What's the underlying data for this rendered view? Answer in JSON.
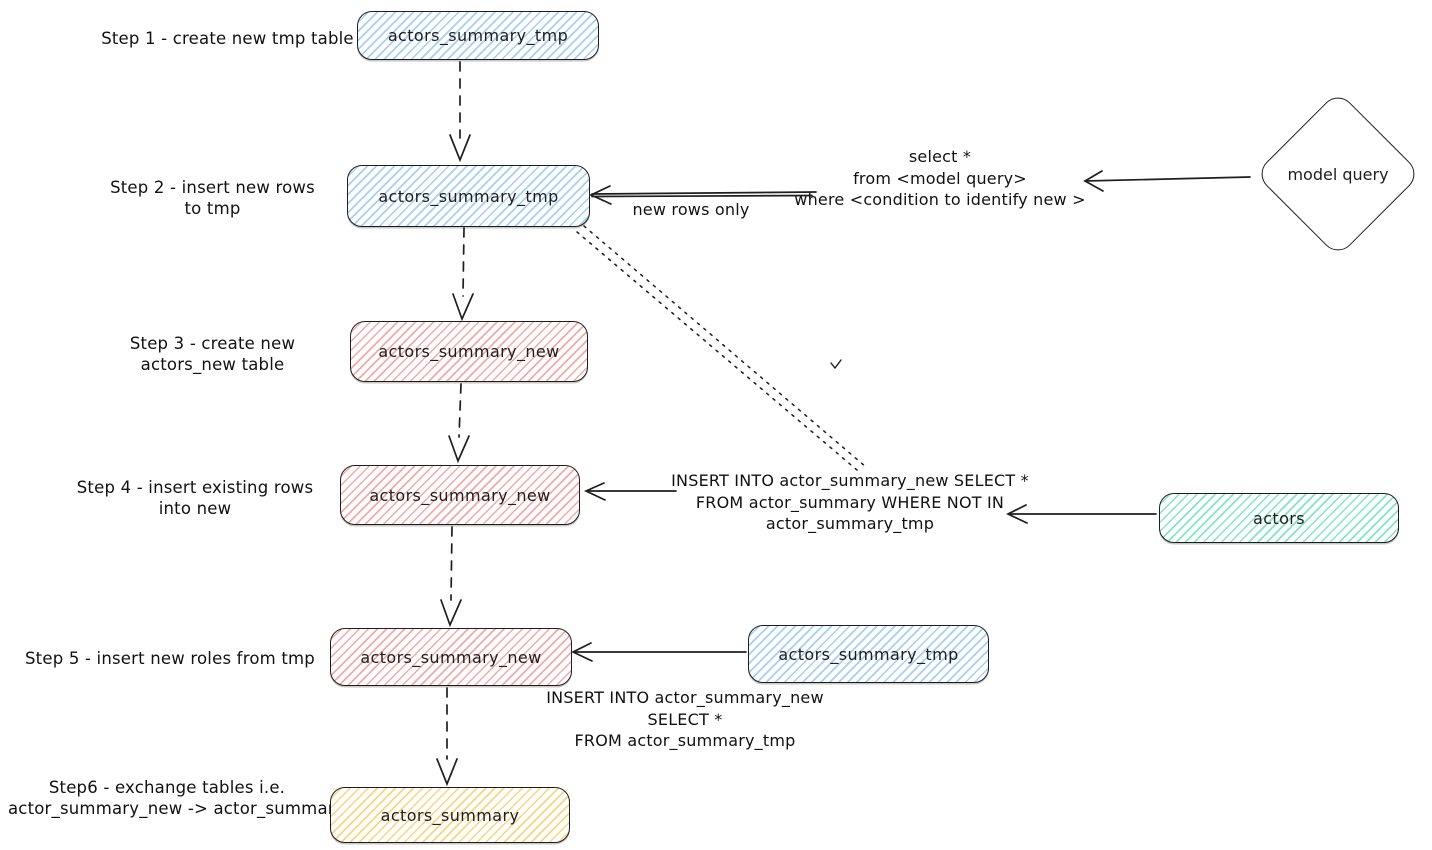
{
  "diagram": {
    "steps": [
      {
        "id": "step-1",
        "label_lines": [
          "Step 1 - create new tmp table"
        ],
        "node_label": "actors_summary_tmp",
        "node_color": "blue"
      },
      {
        "id": "step-2",
        "label_lines": [
          "Step 2 - insert new rows",
          "to tmp"
        ],
        "node_label": "actors_summary_tmp",
        "node_color": "blue"
      },
      {
        "id": "step-3",
        "label_lines": [
          "Step 3 - create new",
          "actors_new table"
        ],
        "node_label": "actors_summary_new",
        "node_color": "red"
      },
      {
        "id": "step-4",
        "label_lines": [
          "Step 4 - insert existing rows",
          "into new"
        ],
        "node_label": "actors_summary_new",
        "node_color": "red"
      },
      {
        "id": "step-5",
        "label_lines": [
          "Step 5 - insert new roles from tmp"
        ],
        "node_label": "actors_summary_new",
        "node_color": "red"
      },
      {
        "id": "step-6",
        "label_lines": [
          "Step6 - exchange tables i.e.",
          "actor_summary_new -> actor_summary"
        ],
        "node_label": "actors_summary",
        "node_color": "yellow"
      }
    ],
    "aux_nodes": {
      "model_query": {
        "label": "model query",
        "shape": "diamond",
        "fill": "white"
      },
      "actors": {
        "label": "actors",
        "shape": "rounded-rect",
        "fill": "green"
      },
      "tmp_source": {
        "label": "actors_summary_tmp",
        "shape": "rounded-rect",
        "fill": "blue"
      }
    },
    "annotations": {
      "select_query_lines": [
        "select *",
        "from <model query>",
        "where <condition to identify new >"
      ],
      "new_rows_only": "new rows only",
      "insert_existing_lines": [
        "INSERT INTO actor_summary_new SELECT *",
        "FROM actor_summary WHERE NOT IN",
        "actor_summary_tmp"
      ],
      "insert_from_tmp_lines": [
        "INSERT INTO actor_summary_new",
        "SELECT *",
        "FROM actor_summary_tmp"
      ]
    },
    "colors": {
      "stroke": "#1e1e1e",
      "blue": "#a5d0f0",
      "red": "#f4a9a9",
      "green": "#82e6c6",
      "yellow": "#f8d57e",
      "background": "#ffffff"
    }
  }
}
